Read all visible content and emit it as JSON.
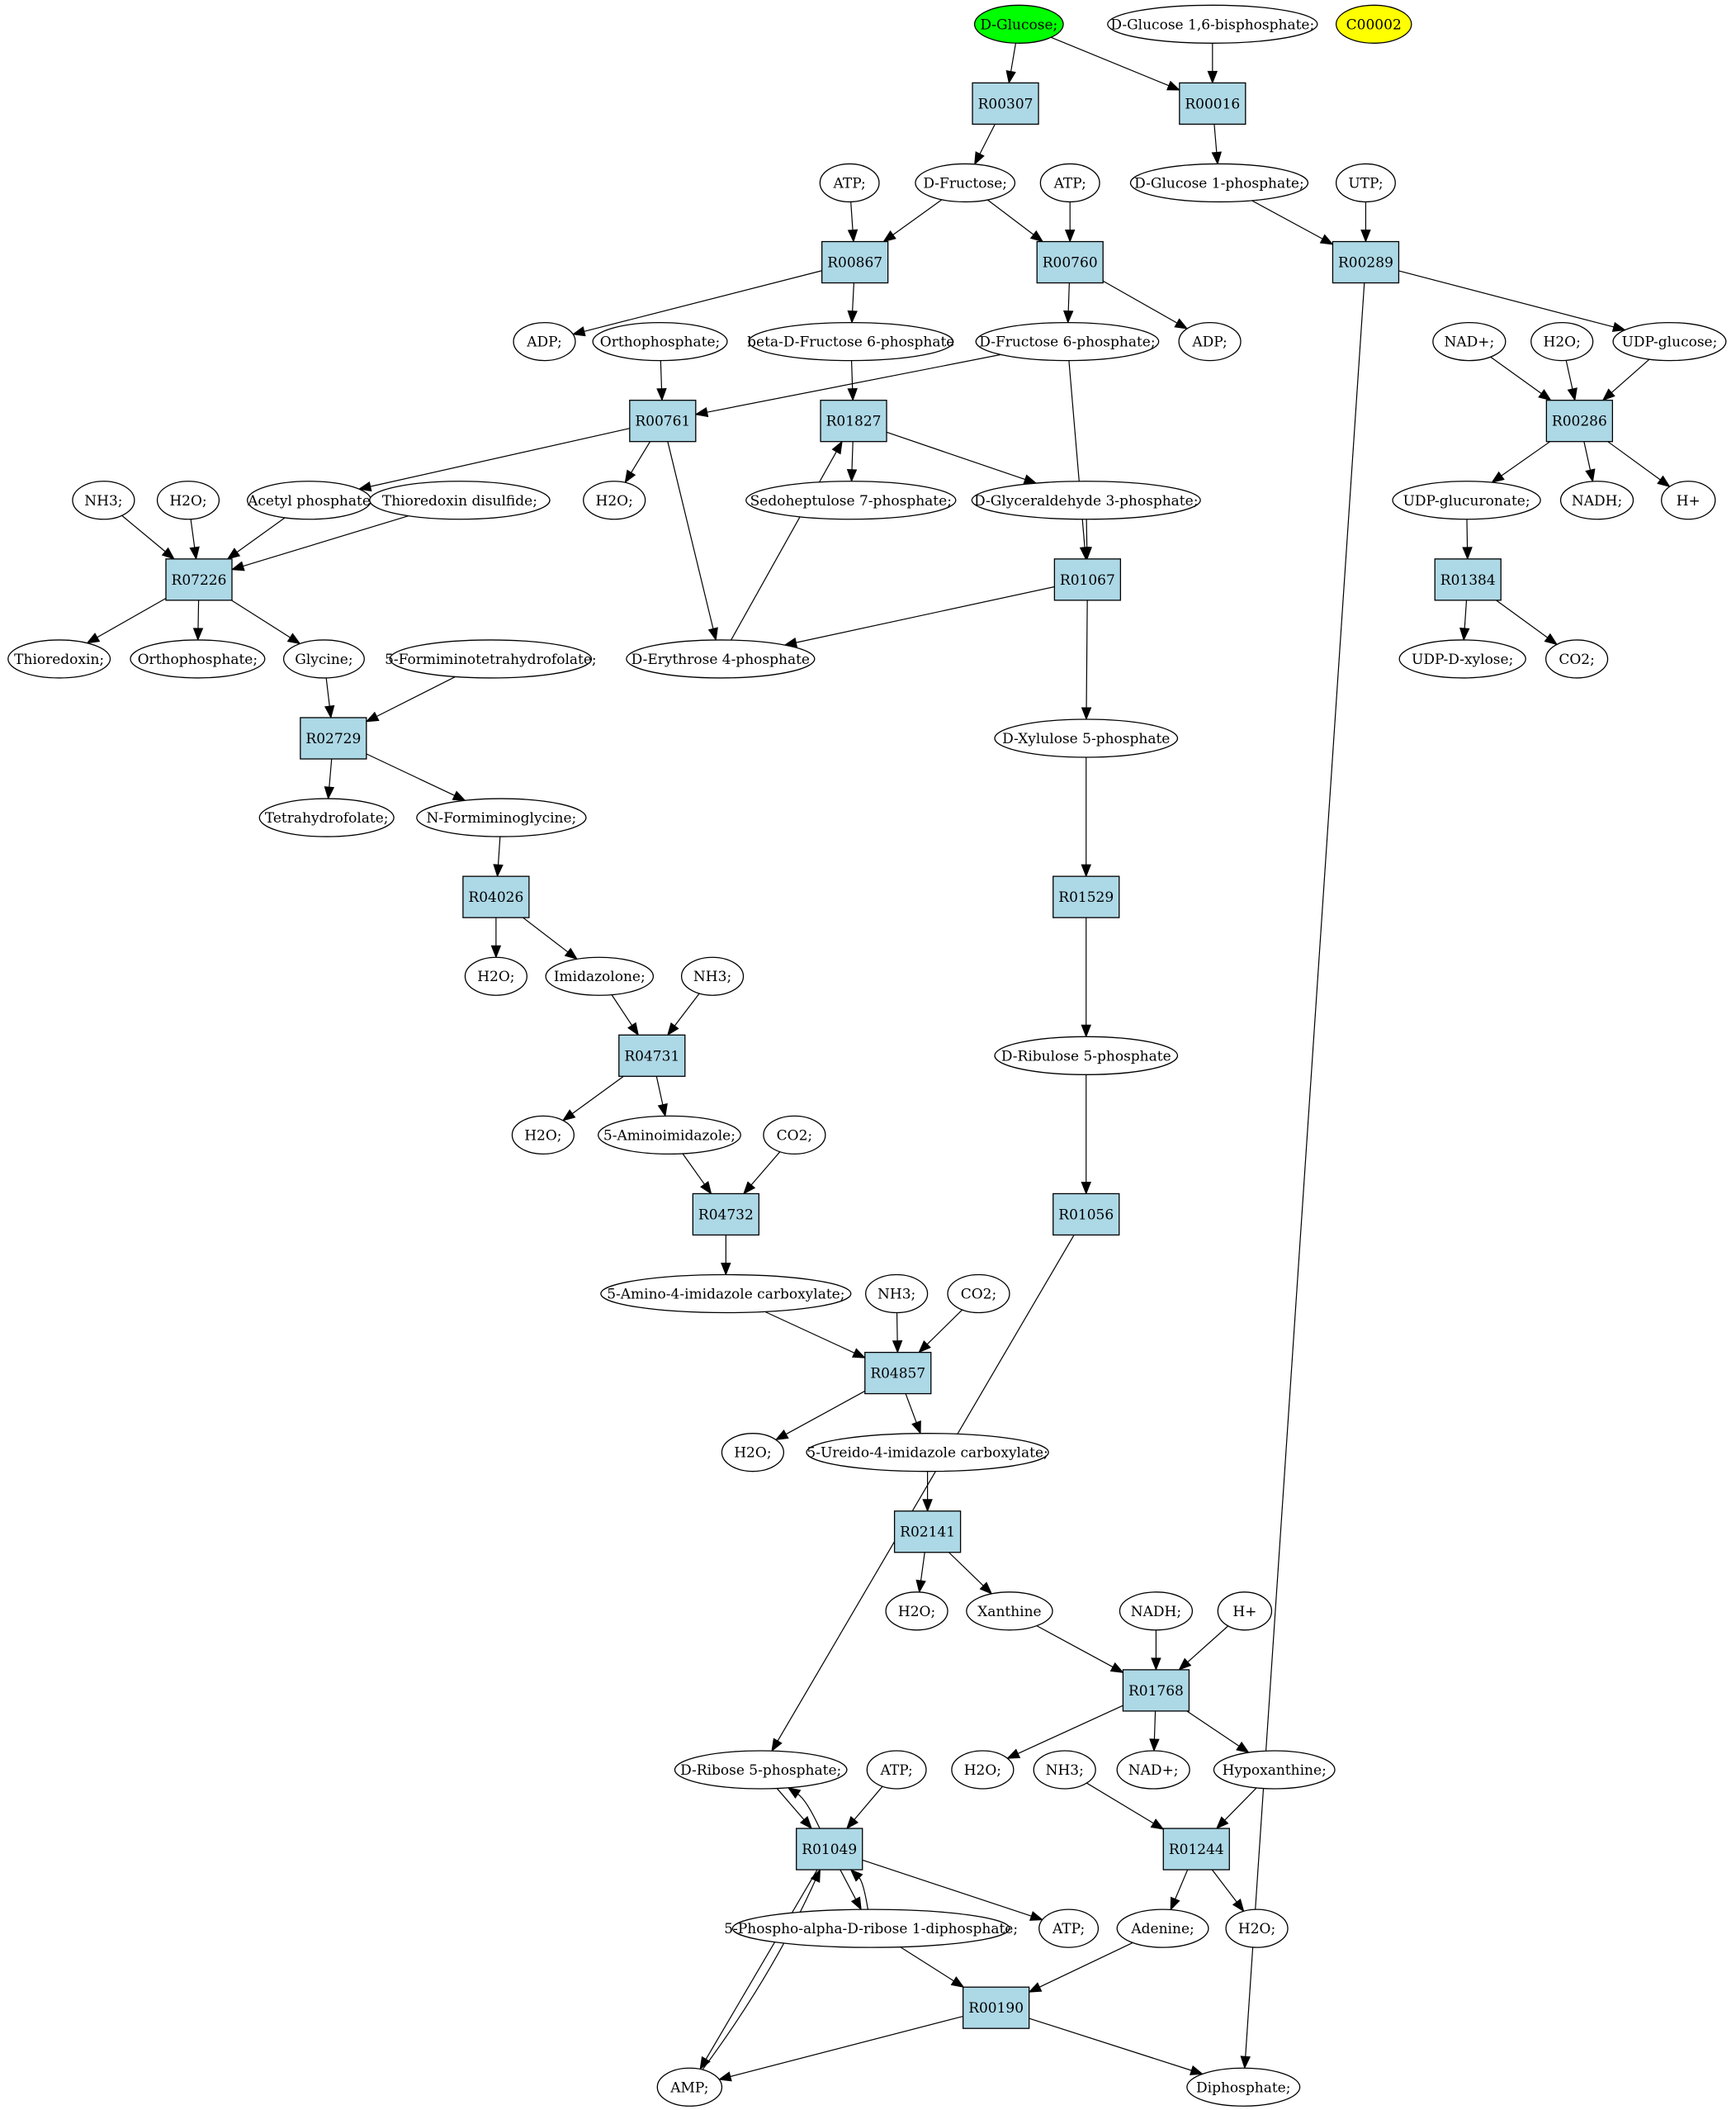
{
  "colors": {
    "reaction_fill": "#add8e6",
    "metabolite_fill": "#ffffff",
    "highlight_green": "#00ff00",
    "highlight_yellow": "#ffff00",
    "stroke": "#000000"
  },
  "nodes": [
    {
      "id": "m_glc",
      "kind": "metabolite",
      "label": "D-Glucose;",
      "fill": "#00ff00"
    },
    {
      "id": "m_glc16bp",
      "kind": "metabolite",
      "label": "D-Glucose 1,6-bisphosphate;"
    },
    {
      "id": "m_c00002",
      "kind": "metabolite",
      "label": "C00002",
      "fill": "#ffff00"
    },
    {
      "id": "r_R00307",
      "kind": "reaction",
      "label": "R00307"
    },
    {
      "id": "r_R00016",
      "kind": "reaction",
      "label": "R00016"
    },
    {
      "id": "m_atp1",
      "kind": "metabolite",
      "label": "ATP;"
    },
    {
      "id": "m_fru",
      "kind": "metabolite",
      "label": "D-Fructose;"
    },
    {
      "id": "m_atp2",
      "kind": "metabolite",
      "label": "ATP;"
    },
    {
      "id": "m_glc1p",
      "kind": "metabolite",
      "label": "D-Glucose 1-phosphate;"
    },
    {
      "id": "m_utp",
      "kind": "metabolite",
      "label": "UTP;"
    },
    {
      "id": "r_R00867",
      "kind": "reaction",
      "label": "R00867"
    },
    {
      "id": "r_R00760",
      "kind": "reaction",
      "label": "R00760"
    },
    {
      "id": "r_R00289",
      "kind": "reaction",
      "label": "R00289"
    },
    {
      "id": "m_adp1",
      "kind": "metabolite",
      "label": "ADP;"
    },
    {
      "id": "m_pi1",
      "kind": "metabolite",
      "label": "Orthophosphate;"
    },
    {
      "id": "m_bf6p",
      "kind": "metabolite",
      "label": "beta-D-Fructose 6-phosphate"
    },
    {
      "id": "m_f6p",
      "kind": "metabolite",
      "label": "D-Fructose 6-phosphate;"
    },
    {
      "id": "m_adp2",
      "kind": "metabolite",
      "label": "ADP;"
    },
    {
      "id": "m_nadp",
      "kind": "metabolite",
      "label": "NAD+;"
    },
    {
      "id": "m_h2o_a",
      "kind": "metabolite",
      "label": "H2O;"
    },
    {
      "id": "m_udpglc",
      "kind": "metabolite",
      "label": "UDP-glucose;"
    },
    {
      "id": "r_R00761",
      "kind": "reaction",
      "label": "R00761"
    },
    {
      "id": "r_R01827",
      "kind": "reaction",
      "label": "R01827"
    },
    {
      "id": "r_R00286",
      "kind": "reaction",
      "label": "R00286"
    },
    {
      "id": "m_nh3_a",
      "kind": "metabolite",
      "label": "NH3;"
    },
    {
      "id": "m_h2o_b",
      "kind": "metabolite",
      "label": "H2O;"
    },
    {
      "id": "m_acp",
      "kind": "metabolite",
      "label": "Acetyl phosphate"
    },
    {
      "id": "m_trxds",
      "kind": "metabolite",
      "label": "Thioredoxin disulfide;"
    },
    {
      "id": "m_h2o_c",
      "kind": "metabolite",
      "label": "H2O;"
    },
    {
      "id": "m_s7p",
      "kind": "metabolite",
      "label": "Sedoheptulose 7-phosphate;"
    },
    {
      "id": "m_g3p",
      "kind": "metabolite",
      "label": "D-Glyceraldehyde 3-phosphate;"
    },
    {
      "id": "m_udpglcur",
      "kind": "metabolite",
      "label": "UDP-glucuronate;"
    },
    {
      "id": "m_nadh_a",
      "kind": "metabolite",
      "label": "NADH;"
    },
    {
      "id": "m_h_a",
      "kind": "metabolite",
      "label": "H+"
    },
    {
      "id": "r_R07226",
      "kind": "reaction",
      "label": "R07226"
    },
    {
      "id": "r_R01067",
      "kind": "reaction",
      "label": "R01067"
    },
    {
      "id": "r_R01384",
      "kind": "reaction",
      "label": "R01384"
    },
    {
      "id": "m_trx",
      "kind": "metabolite",
      "label": "Thioredoxin;"
    },
    {
      "id": "m_pi2",
      "kind": "metabolite",
      "label": "Orthophosphate;"
    },
    {
      "id": "m_gly",
      "kind": "metabolite",
      "label": "Glycine;"
    },
    {
      "id": "m_5fthf",
      "kind": "metabolite",
      "label": "5-Formiminotetrahydrofolate;"
    },
    {
      "id": "m_e4p",
      "kind": "metabolite",
      "label": "D-Erythrose 4-phosphate"
    },
    {
      "id": "m_udpxyl",
      "kind": "metabolite",
      "label": "UDP-D-xylose;"
    },
    {
      "id": "m_co2_a",
      "kind": "metabolite",
      "label": "CO2;"
    },
    {
      "id": "r_R02729",
      "kind": "reaction",
      "label": "R02729"
    },
    {
      "id": "m_xu5p",
      "kind": "metabolite",
      "label": "D-Xylulose 5-phosphate"
    },
    {
      "id": "m_thf",
      "kind": "metabolite",
      "label": "Tetrahydrofolate;"
    },
    {
      "id": "m_nfgly",
      "kind": "metabolite",
      "label": "N-Formiminoglycine;"
    },
    {
      "id": "r_R04026",
      "kind": "reaction",
      "label": "R04026"
    },
    {
      "id": "r_R01529",
      "kind": "reaction",
      "label": "R01529"
    },
    {
      "id": "m_h2o_d",
      "kind": "metabolite",
      "label": "H2O;"
    },
    {
      "id": "m_imz",
      "kind": "metabolite",
      "label": "Imidazolone;"
    },
    {
      "id": "m_nh3_b",
      "kind": "metabolite",
      "label": "NH3;"
    },
    {
      "id": "r_R04731",
      "kind": "reaction",
      "label": "R04731"
    },
    {
      "id": "m_ru5p",
      "kind": "metabolite",
      "label": "D-Ribulose 5-phosphate"
    },
    {
      "id": "m_h2o_e",
      "kind": "metabolite",
      "label": "H2O;"
    },
    {
      "id": "m_5ai",
      "kind": "metabolite",
      "label": "5-Aminoimidazole;"
    },
    {
      "id": "m_co2_b",
      "kind": "metabolite",
      "label": "CO2;"
    },
    {
      "id": "r_R04732",
      "kind": "reaction",
      "label": "R04732"
    },
    {
      "id": "r_R01056",
      "kind": "reaction",
      "label": "R01056"
    },
    {
      "id": "m_5a4ic",
      "kind": "metabolite",
      "label": "5-Amino-4-imidazole carboxylate;"
    },
    {
      "id": "m_nh3_c",
      "kind": "metabolite",
      "label": "NH3;"
    },
    {
      "id": "m_co2_c",
      "kind": "metabolite",
      "label": "CO2;"
    },
    {
      "id": "r_R04857",
      "kind": "reaction",
      "label": "R04857"
    },
    {
      "id": "m_h2o_f",
      "kind": "metabolite",
      "label": "H2O;"
    },
    {
      "id": "m_5u4ic",
      "kind": "metabolite",
      "label": "5-Ureido-4-imidazole carboxylate;"
    },
    {
      "id": "r_R02141",
      "kind": "reaction",
      "label": "R02141"
    },
    {
      "id": "m_h2o_g",
      "kind": "metabolite",
      "label": "H2O;"
    },
    {
      "id": "m_xan",
      "kind": "metabolite",
      "label": "Xanthine"
    },
    {
      "id": "m_nadh_b",
      "kind": "metabolite",
      "label": "NADH;"
    },
    {
      "id": "m_h_b",
      "kind": "metabolite",
      "label": "H+"
    },
    {
      "id": "r_R01768",
      "kind": "reaction",
      "label": "R01768"
    },
    {
      "id": "m_r5p",
      "kind": "metabolite",
      "label": "D-Ribose 5-phosphate;"
    },
    {
      "id": "m_atp3",
      "kind": "metabolite",
      "label": "ATP;"
    },
    {
      "id": "m_h2o_h",
      "kind": "metabolite",
      "label": "H2O;"
    },
    {
      "id": "m_nh3_d",
      "kind": "metabolite",
      "label": "NH3;"
    },
    {
      "id": "m_nadp2",
      "kind": "metabolite",
      "label": "NAD+;"
    },
    {
      "id": "m_hyp",
      "kind": "metabolite",
      "label": "Hypoxanthine;"
    },
    {
      "id": "r_R01049",
      "kind": "reaction",
      "label": "R01049"
    },
    {
      "id": "r_R01244",
      "kind": "reaction",
      "label": "R01244"
    },
    {
      "id": "m_prpp",
      "kind": "metabolite",
      "label": "5-Phospho-alpha-D-ribose 1-diphosphate;"
    },
    {
      "id": "m_atp4",
      "kind": "metabolite",
      "label": "ATP;"
    },
    {
      "id": "m_ade",
      "kind": "metabolite",
      "label": "Adenine;"
    },
    {
      "id": "m_h2o_i",
      "kind": "metabolite",
      "label": "H2O;"
    },
    {
      "id": "r_R00190",
      "kind": "reaction",
      "label": "R00190"
    },
    {
      "id": "m_amp",
      "kind": "metabolite",
      "label": "AMP;"
    },
    {
      "id": "m_ppi",
      "kind": "metabolite",
      "label": "Diphosphate;"
    }
  ],
  "edges": [
    [
      "m_glc",
      "r_R00307"
    ],
    [
      "m_glc",
      "r_R00016"
    ],
    [
      "m_glc16bp",
      "r_R00016"
    ],
    [
      "r_R00307",
      "m_fru"
    ],
    [
      "r_R00016",
      "m_glc1p"
    ],
    [
      "m_atp1",
      "r_R00867"
    ],
    [
      "m_fru",
      "r_R00867"
    ],
    [
      "m_fru",
      "r_R00760"
    ],
    [
      "m_atp2",
      "r_R00760"
    ],
    [
      "m_glc1p",
      "r_R00289"
    ],
    [
      "m_utp",
      "r_R00289"
    ],
    [
      "r_R00867",
      "m_adp1"
    ],
    [
      "r_R00867",
      "m_bf6p"
    ],
    [
      "r_R00760",
      "m_f6p"
    ],
    [
      "r_R00760",
      "m_adp2"
    ],
    [
      "r_R00289",
      "m_udpglc"
    ],
    [
      "r_R00289",
      "m_ppi"
    ],
    [
      "m_pi1",
      "r_R00761"
    ],
    [
      "m_f6p",
      "r_R00761"
    ],
    [
      "m_bf6p",
      "r_R01827"
    ],
    [
      "m_e4p",
      "r_R01827"
    ],
    [
      "m_nadp",
      "r_R00286"
    ],
    [
      "m_h2o_a",
      "r_R00286"
    ],
    [
      "m_udpglc",
      "r_R00286"
    ],
    [
      "r_R00761",
      "m_acp"
    ],
    [
      "r_R00761",
      "m_h2o_c"
    ],
    [
      "r_R00761",
      "m_e4p"
    ],
    [
      "r_R01827",
      "m_s7p"
    ],
    [
      "r_R01827",
      "m_g3p"
    ],
    [
      "r_R00286",
      "m_udpglcur"
    ],
    [
      "r_R00286",
      "m_nadh_a"
    ],
    [
      "r_R00286",
      "m_h_a"
    ],
    [
      "m_nh3_a",
      "r_R07226"
    ],
    [
      "m_h2o_b",
      "r_R07226"
    ],
    [
      "m_acp",
      "r_R07226"
    ],
    [
      "m_trxds",
      "r_R07226"
    ],
    [
      "m_g3p",
      "r_R01067"
    ],
    [
      "m_f6p",
      "r_R01067"
    ],
    [
      "m_udpglcur",
      "r_R01384"
    ],
    [
      "r_R07226",
      "m_trx"
    ],
    [
      "r_R07226",
      "m_pi2"
    ],
    [
      "r_R07226",
      "m_gly"
    ],
    [
      "r_R01067",
      "m_e4p"
    ],
    [
      "r_R01067",
      "m_xu5p"
    ],
    [
      "r_R01384",
      "m_udpxyl"
    ],
    [
      "r_R01384",
      "m_co2_a"
    ],
    [
      "m_gly",
      "r_R02729"
    ],
    [
      "m_5fthf",
      "r_R02729"
    ],
    [
      "r_R02729",
      "m_thf"
    ],
    [
      "r_R02729",
      "m_nfgly"
    ],
    [
      "m_nfgly",
      "r_R04026"
    ],
    [
      "m_xu5p",
      "r_R01529"
    ],
    [
      "r_R04026",
      "m_h2o_d"
    ],
    [
      "r_R04026",
      "m_imz"
    ],
    [
      "m_imz",
      "r_R04731"
    ],
    [
      "m_nh3_b",
      "r_R04731"
    ],
    [
      "r_R01529",
      "m_ru5p"
    ],
    [
      "r_R04731",
      "m_h2o_e"
    ],
    [
      "r_R04731",
      "m_5ai"
    ],
    [
      "m_5ai",
      "r_R04732"
    ],
    [
      "m_co2_b",
      "r_R04732"
    ],
    [
      "m_ru5p",
      "r_R01056"
    ],
    [
      "r_R04732",
      "m_5a4ic"
    ],
    [
      "m_5a4ic",
      "r_R04857"
    ],
    [
      "m_nh3_c",
      "r_R04857"
    ],
    [
      "m_co2_c",
      "r_R04857"
    ],
    [
      "r_R04857",
      "m_h2o_f"
    ],
    [
      "r_R04857",
      "m_5u4ic"
    ],
    [
      "m_5u4ic",
      "r_R02141"
    ],
    [
      "r_R02141",
      "m_h2o_g"
    ],
    [
      "r_R02141",
      "m_xan"
    ],
    [
      "m_xan",
      "r_R01768"
    ],
    [
      "m_nadh_b",
      "r_R01768"
    ],
    [
      "m_h_b",
      "r_R01768"
    ],
    [
      "r_R01056",
      "m_r5p"
    ],
    [
      "r_R01768",
      "m_h2o_h"
    ],
    [
      "r_R01768",
      "m_nadp2"
    ],
    [
      "r_R01768",
      "m_hyp"
    ],
    [
      "m_r5p",
      "r_R01049"
    ],
    [
      "r_R01049",
      "m_r5p"
    ],
    [
      "m_atp3",
      "r_R01049"
    ],
    [
      "m_nh3_d",
      "r_R01244"
    ],
    [
      "m_hyp",
      "r_R01244"
    ],
    [
      "r_R01049",
      "m_prpp"
    ],
    [
      "m_prpp",
      "r_R01049"
    ],
    [
      "r_R01049",
      "m_atp4"
    ],
    [
      "r_R01049",
      "m_amp"
    ],
    [
      "m_amp",
      "r_R01049"
    ],
    [
      "r_R01244",
      "m_ade"
    ],
    [
      "r_R01244",
      "m_h2o_i"
    ],
    [
      "m_prpp",
      "r_R00190"
    ],
    [
      "m_ade",
      "r_R00190"
    ],
    [
      "r_R00190",
      "m_amp"
    ],
    [
      "r_R00190",
      "m_ppi"
    ]
  ]
}
